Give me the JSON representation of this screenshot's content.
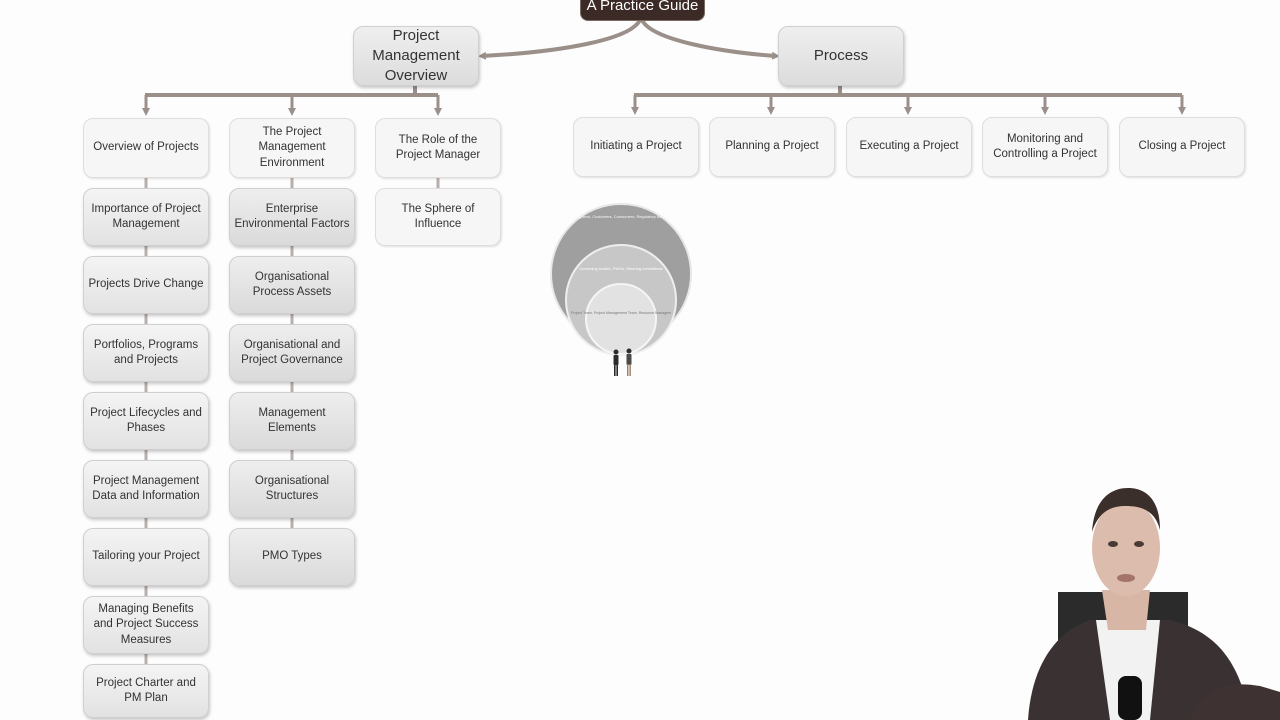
{
  "root": {
    "label": "A Practice Guide"
  },
  "branches": {
    "overview": {
      "label": "Project Management Overview"
    },
    "process": {
      "label": "Process"
    }
  },
  "overview_columns": [
    {
      "header": "Overview of Projects",
      "items": [
        "Importance of Project Management",
        "Projects Drive Change",
        "Portfolios, Programs and Projects",
        "Project Lifecycles and Phases",
        "Project Management Data and Information",
        "Tailoring your Project",
        "Managing Benefits and Project Success Measures",
        "Project Charter and PM Plan"
      ]
    },
    {
      "header": "The Project Management Environment",
      "items": [
        "Enterprise Environmental Factors",
        "Organisational Process Assets",
        "Organisational and Project Governance",
        "Management Elements",
        "Organisational Structures",
        "PMO Types"
      ]
    },
    {
      "header": "The Role of the Project Manager",
      "items": [
        "The Sphere of Influence"
      ]
    }
  ],
  "process_items": [
    "Initiating a Project",
    "Planning a Project",
    "Executing a Project",
    "Monitoring and Controlling a Project",
    "Closing a Project"
  ],
  "sphere": {
    "outer_label": "Suppliers, Customers, Consumers, Regulatory bodies",
    "middle_label": "Governing bodies, PMOs, Steering committees",
    "inner_label": "Project Team, Project Management Team, Resource Managers"
  },
  "colors": {
    "connector": "#9b8f8a",
    "root_bg": "#3b2a25",
    "node_bg": "#e9e9e9",
    "node_border": "#cfcfcf"
  }
}
